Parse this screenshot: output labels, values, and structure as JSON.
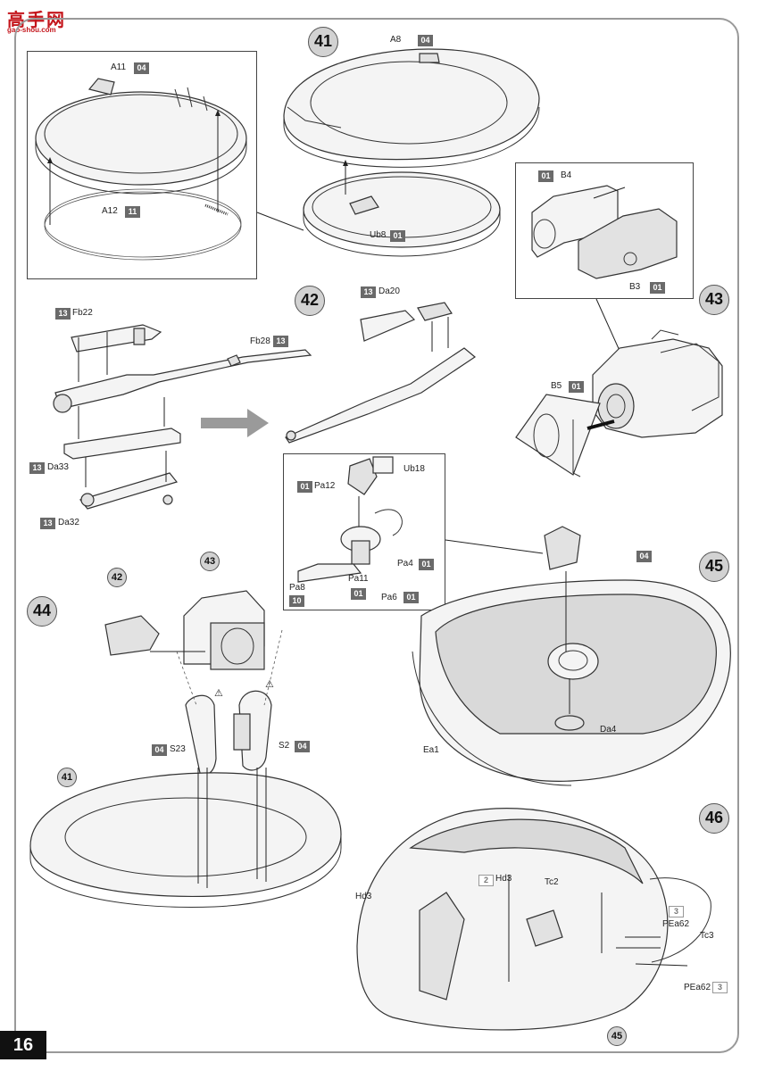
{
  "header": {
    "logo_text": "高手网",
    "logo_sub": "gao-shou.com"
  },
  "page": {
    "number": "16"
  },
  "steps": {
    "s41": "41",
    "s42": "42",
    "s43": "43",
    "s44": "44",
    "s45": "45",
    "s46": "46"
  },
  "refs": {
    "r42": "42",
    "r43": "43",
    "r41": "41",
    "r45": "45"
  },
  "parts": {
    "a11": {
      "name": "A11",
      "sprue": "04"
    },
    "a12": {
      "name": "A12",
      "sprue": "11"
    },
    "a8": {
      "name": "A8",
      "sprue": "04"
    },
    "ub8": {
      "name": "Ub8",
      "sprue": "01"
    },
    "b4": {
      "name": "B4",
      "sprue": "01"
    },
    "b3": {
      "name": "B3",
      "sprue": "01"
    },
    "b5": {
      "name": "B5",
      "sprue": "01"
    },
    "fb22": {
      "name": "Fb22",
      "sprue": "13"
    },
    "fb28": {
      "name": "Fb28",
      "sprue": "13"
    },
    "da20": {
      "name": "Da20",
      "sprue": "13"
    },
    "da33": {
      "name": "Da33",
      "sprue": "13"
    },
    "da32": {
      "name": "Da32",
      "sprue": "13"
    },
    "pa12": {
      "name": "Pa12",
      "sprue": "01"
    },
    "ub18": {
      "name": "Ub18"
    },
    "pa4": {
      "name": "Pa4",
      "sprue": "01"
    },
    "pa8": {
      "name": "Pa8",
      "sprue": "10"
    },
    "pa11": {
      "name": "Pa11",
      "sprue": "01"
    },
    "pa6": {
      "name": "Pa6",
      "sprue": "01"
    },
    "s23": {
      "name": "S23",
      "sprue": "04"
    },
    "s2": {
      "name": "S2",
      "sprue": "04"
    },
    "hull45": {
      "sprue": "04"
    },
    "ea1": {
      "name": "Ea1"
    },
    "da4": {
      "name": "Da4"
    },
    "hd3a": {
      "name": "Hd3"
    },
    "hd3b": {
      "name": "Hd3",
      "sprue": "2"
    },
    "tc2": {
      "name": "Tc2"
    },
    "tc3": {
      "name": "Tc3"
    },
    "pea62a": {
      "name": "PEa62",
      "sprue": "3"
    },
    "pea62b": {
      "name": "PEa62",
      "sprue": "3"
    }
  },
  "warning_glyph": "⚠"
}
